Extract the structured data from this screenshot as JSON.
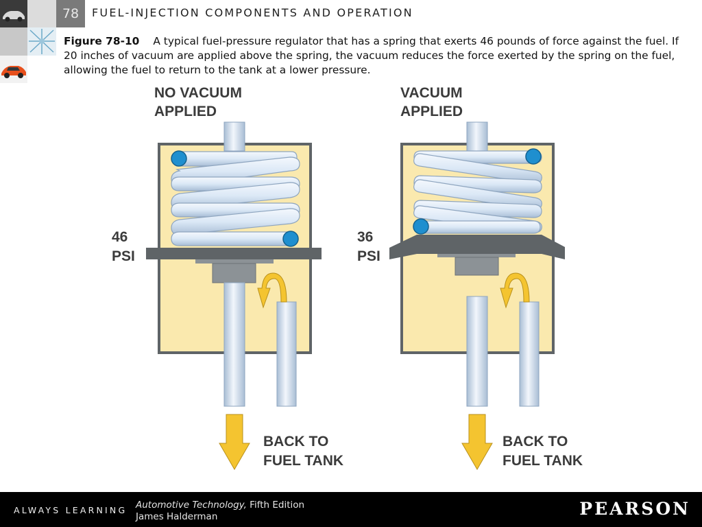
{
  "header": {
    "chapter_number": "78",
    "chapter_title": "FUEL-INJECTION COMPONENTS AND OPERATION"
  },
  "caption": {
    "figure_label": "Figure 78-10",
    "text": "A typical fuel-pressure regulator that has a spring that exerts 46 pounds of force against the fuel. If 20 inches of vacuum are applied above the spring, the vacuum reduces the force exerted by the spring on the fuel, allowing the fuel to return to the tank at a lower pressure."
  },
  "diagram": {
    "left_panel": {
      "title_line1": "NO VACUUM",
      "title_line2": "APPLIED",
      "pressure_value": "46",
      "pressure_unit": "PSI",
      "return_line1": "BACK TO",
      "return_line2": "FUEL TANK"
    },
    "right_panel": {
      "title_line1": "VACUUM",
      "title_line2": "APPLIED",
      "pressure_value": "36",
      "pressure_unit": "PSI",
      "return_line1": "BACK TO",
      "return_line2": "FUEL TANK"
    },
    "colors": {
      "housing_fill": "#fae9ae",
      "housing_border": "#5f6467",
      "spring": "#dbe8f6",
      "spring_end": "#1f8fcf",
      "arrow": "#f4c430"
    }
  },
  "footer": {
    "tagline": "ALWAYS LEARNING",
    "book_title": "Automotive Technology,",
    "edition": "Fifth Edition",
    "author": "James Halderman",
    "publisher": "PEARSON"
  }
}
